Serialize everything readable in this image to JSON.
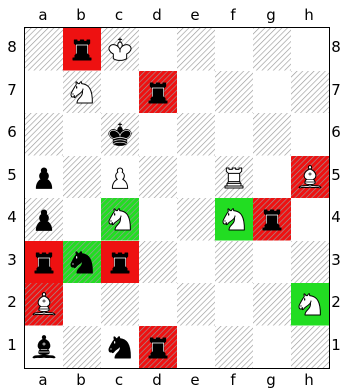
{
  "board": {
    "files": [
      "a",
      "b",
      "c",
      "d",
      "e",
      "f",
      "g",
      "h"
    ],
    "ranks": [
      "8",
      "7",
      "6",
      "5",
      "4",
      "3",
      "2",
      "1"
    ],
    "colors": {
      "light": "#ffffff",
      "dark_hatch": "#b5b5b5",
      "red": "#ee1111",
      "green": "#22dd22"
    },
    "highlights": [
      {
        "square": "b8",
        "color": "red"
      },
      {
        "square": "d7",
        "color": "red"
      },
      {
        "square": "h5",
        "color": "red"
      },
      {
        "square": "c4",
        "color": "green"
      },
      {
        "square": "f4",
        "color": "green"
      },
      {
        "square": "g4",
        "color": "red"
      },
      {
        "square": "a3",
        "color": "red"
      },
      {
        "square": "b3",
        "color": "green"
      },
      {
        "square": "c3",
        "color": "red"
      },
      {
        "square": "a2",
        "color": "red"
      },
      {
        "square": "h2",
        "color": "green"
      },
      {
        "square": "d1",
        "color": "red"
      }
    ],
    "pieces": [
      {
        "square": "b8",
        "color": "black",
        "type": "rook",
        "icon": "black-rook-icon"
      },
      {
        "square": "c8",
        "color": "white",
        "type": "king",
        "icon": "white-king-icon"
      },
      {
        "square": "b7",
        "color": "white",
        "type": "knight",
        "icon": "white-knight-icon"
      },
      {
        "square": "d7",
        "color": "black",
        "type": "rook",
        "icon": "black-rook-icon"
      },
      {
        "square": "c6",
        "color": "black",
        "type": "king",
        "icon": "black-king-icon"
      },
      {
        "square": "a5",
        "color": "black",
        "type": "pawn",
        "icon": "black-pawn-icon"
      },
      {
        "square": "c5",
        "color": "white",
        "type": "pawn",
        "icon": "white-pawn-icon"
      },
      {
        "square": "f5",
        "color": "white",
        "type": "rook",
        "icon": "white-rook-icon"
      },
      {
        "square": "h5",
        "color": "white",
        "type": "bishop",
        "icon": "white-bishop-icon"
      },
      {
        "square": "a4",
        "color": "black",
        "type": "pawn",
        "icon": "black-pawn-icon"
      },
      {
        "square": "c4",
        "color": "white",
        "type": "knight",
        "icon": "white-knight-icon"
      },
      {
        "square": "f4",
        "color": "white",
        "type": "knight",
        "icon": "white-knight-icon"
      },
      {
        "square": "g4",
        "color": "black",
        "type": "rook",
        "icon": "black-rook-icon"
      },
      {
        "square": "a3",
        "color": "black",
        "type": "rook",
        "icon": "black-rook-icon"
      },
      {
        "square": "b3",
        "color": "black",
        "type": "knight",
        "icon": "black-knight-icon"
      },
      {
        "square": "c3",
        "color": "black",
        "type": "rook",
        "icon": "black-rook-icon"
      },
      {
        "square": "a2",
        "color": "white",
        "type": "bishop",
        "icon": "white-bishop-icon"
      },
      {
        "square": "h2",
        "color": "white",
        "type": "knight",
        "icon": "white-knight-icon"
      },
      {
        "square": "a1",
        "color": "black",
        "type": "bishop",
        "icon": "black-bishop-icon"
      },
      {
        "square": "c1",
        "color": "black",
        "type": "knight",
        "icon": "black-knight-icon"
      },
      {
        "square": "d1",
        "color": "black",
        "type": "rook",
        "icon": "black-rook-icon"
      }
    ]
  }
}
